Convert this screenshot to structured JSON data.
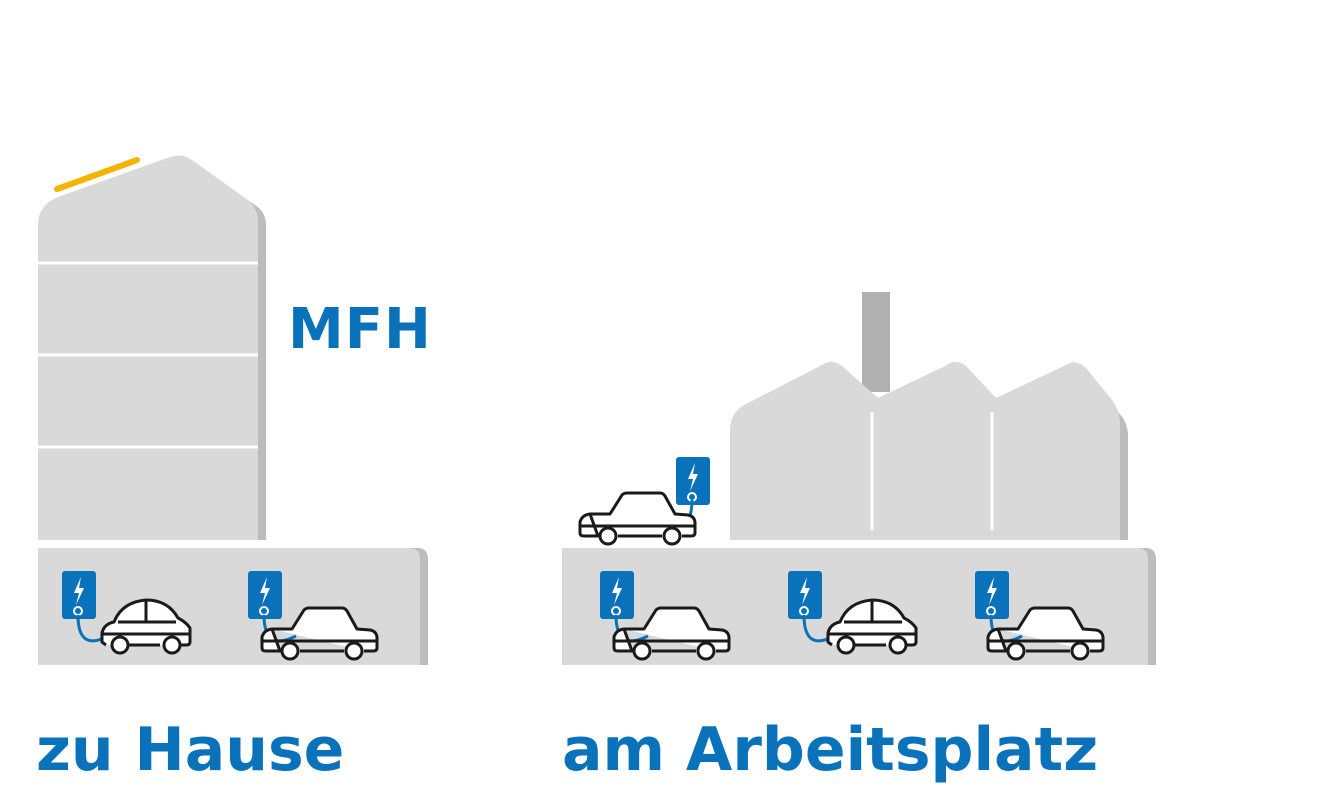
{
  "labels": {
    "building_label": "MFH",
    "home_caption": "zu Hause",
    "work_caption": "am Arbeitsplatz"
  },
  "colors": {
    "accent_blue": "#0a72bb",
    "building_gray": "#d9d9d9",
    "shadow_gray": "#bcbcbc",
    "chimney_gray": "#b0b0b0",
    "solar_yellow": "#f5b400"
  },
  "icons": {
    "charger": "charging-station-icon",
    "car": "car-icon",
    "solar_panel": "solar-panel-icon"
  }
}
